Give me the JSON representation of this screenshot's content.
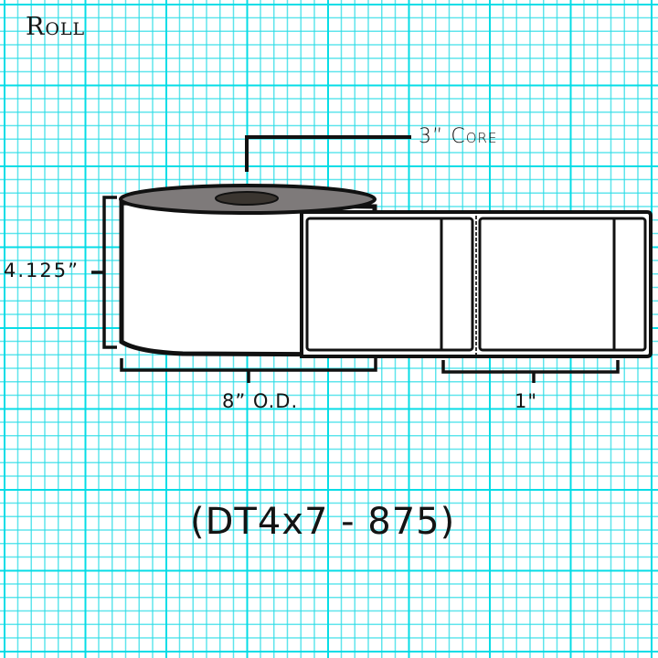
{
  "title": "Roll",
  "dimensions": {
    "core": "3” Core",
    "roll_height": "4.125”",
    "outer_diameter": "8” O.D.",
    "label_gap": "1\""
  },
  "product_code": "(DT4x7 - 875)",
  "colors": {
    "grid": "#00dce6",
    "roll_top": "#7e7a7a",
    "core_hole": "#3a3530",
    "outline": "#111111",
    "label_fill": "#ffffff"
  }
}
